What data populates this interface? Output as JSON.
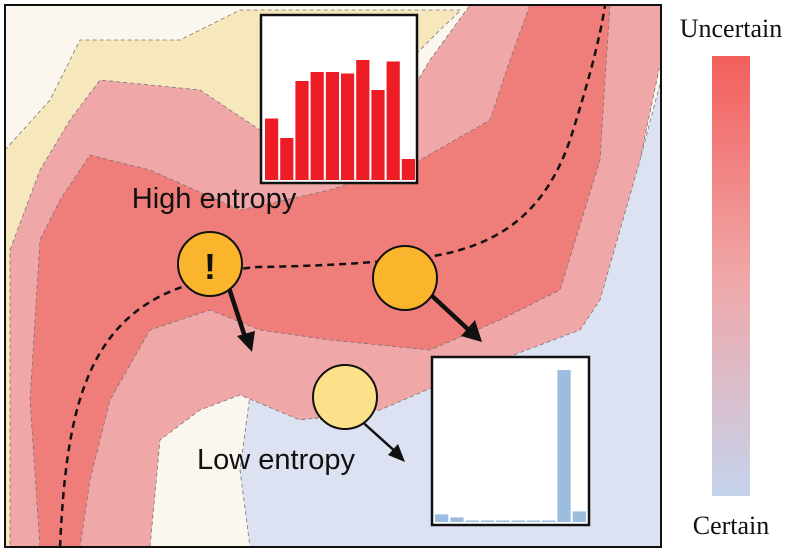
{
  "labels": {
    "high_entropy": "High entropy",
    "low_entropy": "Low entropy",
    "warning_mark": "!"
  },
  "colorbar": {
    "top_label": "Uncertain",
    "bottom_label": "Certain",
    "top_color": "#f25f5c",
    "mid_color": "#f0a7a8",
    "bottom_color": "#c5d3ec"
  },
  "colors": {
    "outer_band": "#f7e7bd",
    "light_band": "#f0a7a8",
    "mid_band": "#ef7d79",
    "low_region": "#dde2f2",
    "high_hist_bar": "#ee1c24",
    "low_hist_bar": "#9dbde0",
    "high_node": "#fbb52d",
    "low_node": "#fde08a"
  },
  "histograms": {
    "high_entropy": {
      "values": [
        0.41,
        0.28,
        0.66,
        0.72,
        0.72,
        0.71,
        0.8,
        0.6,
        0.79,
        0.14
      ]
    },
    "low_entropy": {
      "values": [
        0.05,
        0.03,
        0.01,
        0.01,
        0.01,
        0.01,
        0.01,
        0.01,
        1.0,
        0.07
      ]
    }
  }
}
